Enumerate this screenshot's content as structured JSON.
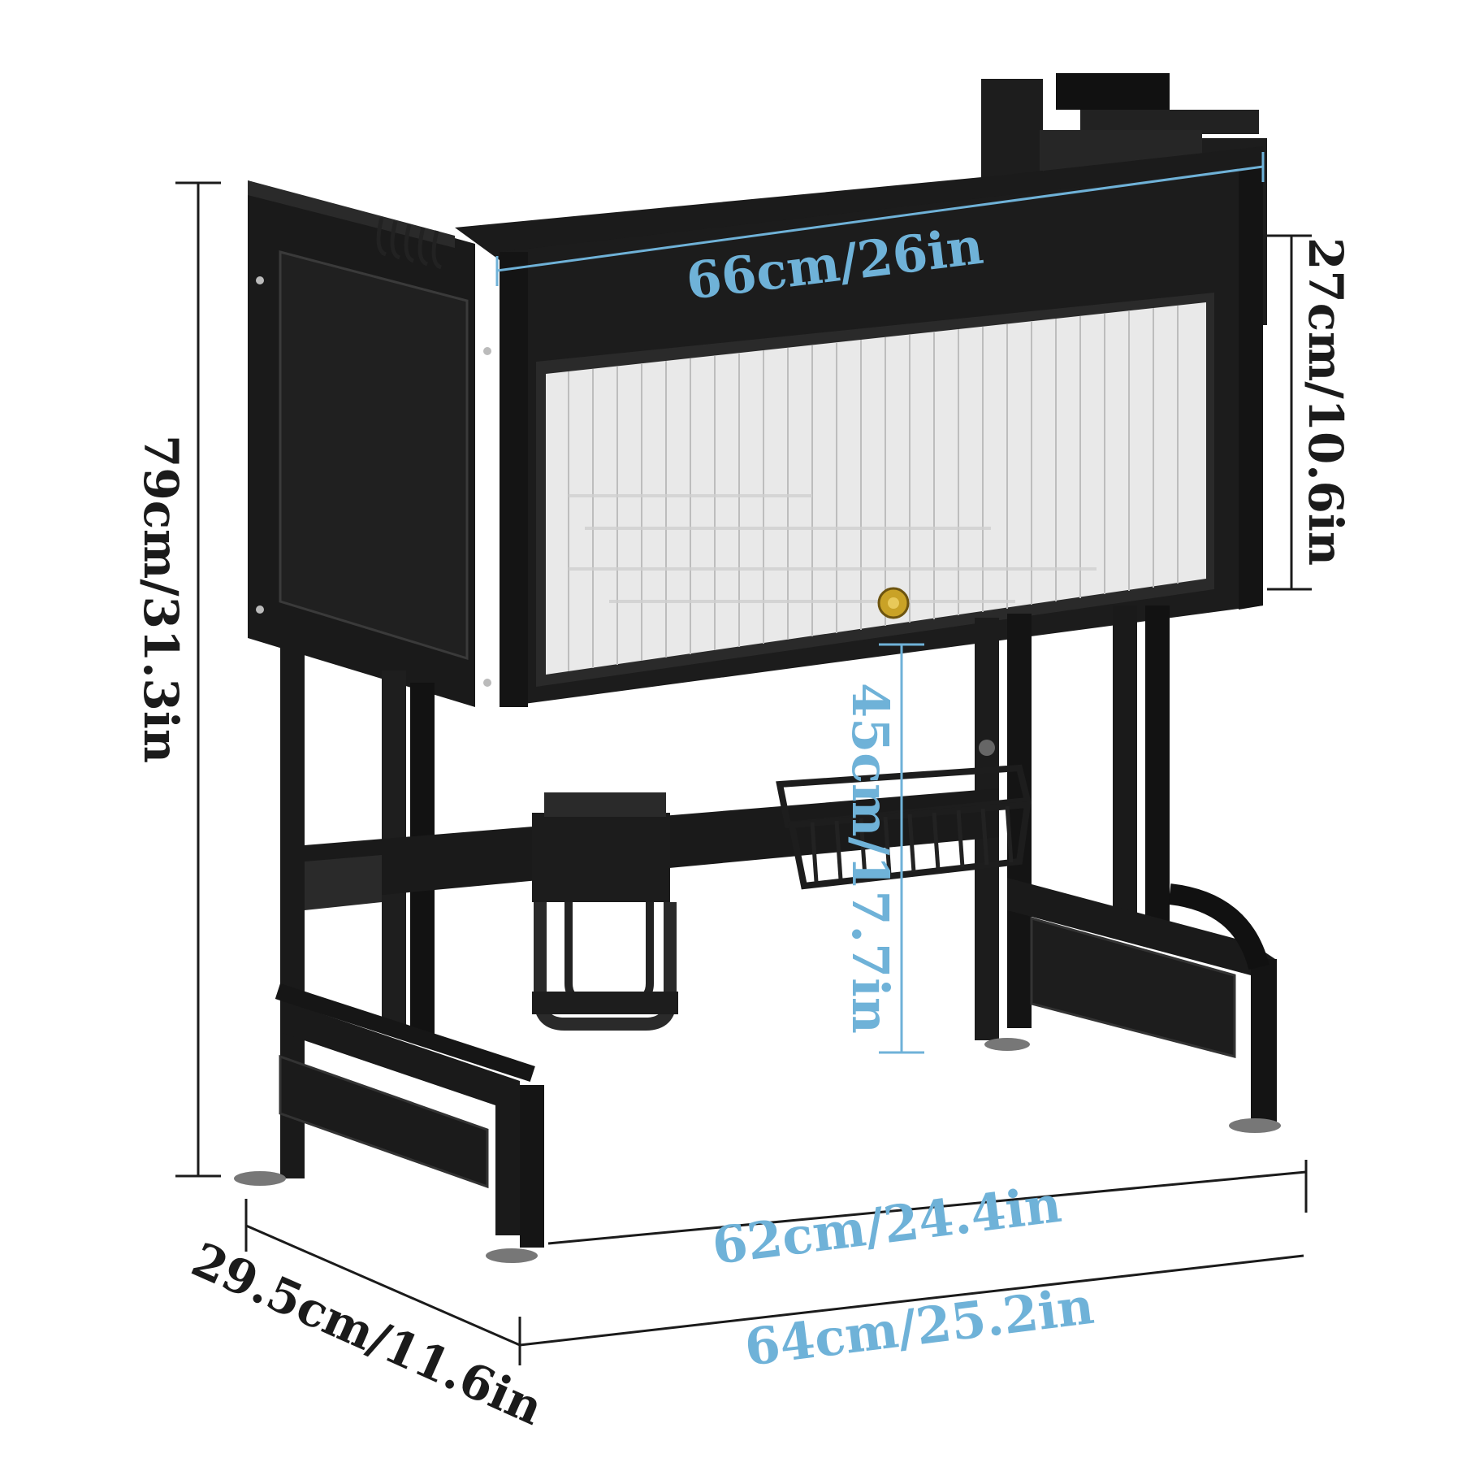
{
  "product": {
    "name": "dish-rack-with-cabinet-door",
    "colors": {
      "frame": "#1a1a1a",
      "panel": "#202020",
      "door_glass": "#e8e8e8",
      "knob": "#c9a227",
      "blue_dimension": "#6fb2d8",
      "black_dimension": "#1b1b1b"
    }
  },
  "dimensions": {
    "top_width": "66cm/26in",
    "cabinet_height": "27cm/10.6in",
    "total_height": "79cm/31.3in",
    "inner_clearance": "45cm/17.7in",
    "inner_width": "62cm/24.4in",
    "depth": "29.5cm/11.6in",
    "outer_width": "64cm/25.2in"
  }
}
